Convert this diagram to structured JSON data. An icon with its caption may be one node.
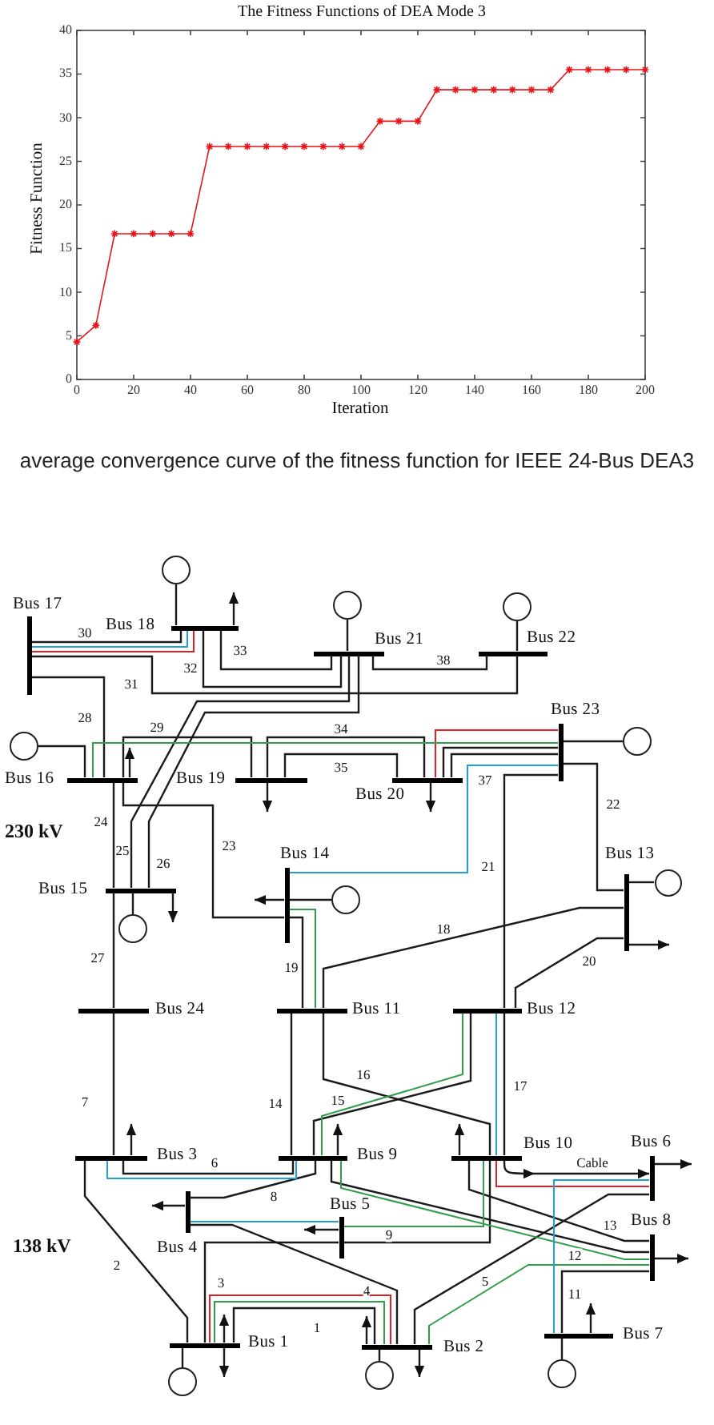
{
  "diagram": {
    "caption": "average convergence curve of the fitness function for IEEE 24-Bus DEA3",
    "nodes": [
      {
        "text": [],
        "shape": "bar",
        "beside": [
          "Bus 17"
        ]
      },
      {
        "text": [],
        "shape": "circle"
      },
      {
        "text": [],
        "shape": "bar",
        "beside": [
          "Bus 18"
        ]
      },
      {
        "text": [],
        "shape": "circle"
      },
      {
        "text": [],
        "shape": "circle"
      },
      {
        "text": [],
        "shape": "bar",
        "beside": [
          "Bus 21"
        ]
      },
      {
        "text": [],
        "shape": "bar",
        "beside": [
          "Bus 22"
        ]
      },
      {
        "text": [],
        "shape": "bar",
        "beside": [
          "Bus 23"
        ]
      },
      {
        "text": [],
        "shape": "circle"
      },
      {
        "text": [],
        "shape": "circle"
      },
      {
        "text": [],
        "shape": "bar",
        "beside": [
          "Bus 16"
        ]
      },
      {
        "text": [],
        "shape": "bar",
        "beside": [
          "Bus 19"
        ]
      },
      {
        "text": [],
        "shape": "bar",
        "beside": [
          "Bus 20"
        ]
      },
      {
        "text": [],
        "shape": "bar",
        "beside": [
          "Bus 14"
        ]
      },
      {
        "text": [],
        "shape": "bar",
        "beside": [
          "Bus 13"
        ]
      },
      {
        "text": [],
        "shape": "circle"
      },
      {
        "text": [],
        "shape": "bar",
        "beside": [
          "Bus 15"
        ]
      },
      {
        "text": [],
        "shape": "circle"
      },
      {
        "text": [],
        "shape": "circle"
      },
      {
        "text": [],
        "shape": "bar",
        "beside": [
          "Bus 24"
        ]
      },
      {
        "text": [],
        "shape": "bar",
        "beside": [
          "Bus 11"
        ]
      },
      {
        "text": [],
        "shape": "bar",
        "beside": [
          "Bus 12"
        ]
      },
      {
        "text": [],
        "shape": "bar",
        "beside": [
          "Bus 3"
        ]
      },
      {
        "text": [],
        "shape": "bar",
        "beside": [
          "Bus 9"
        ]
      },
      {
        "text": [],
        "shape": "bar",
        "beside": [
          "Bus 10"
        ]
      },
      {
        "text": [],
        "shape": "bar",
        "beside": [
          "Bus 6"
        ]
      },
      {
        "text": [],
        "shape": "bar",
        "beside": [
          "Bus 4"
        ]
      },
      {
        "text": [],
        "shape": "bar",
        "beside": [
          "Bus 5"
        ]
      },
      {
        "text": [],
        "shape": "bar",
        "beside": [
          "Bus 8"
        ]
      },
      {
        "text": [],
        "shape": "bar",
        "beside": [
          "Bus 7"
        ]
      },
      {
        "text": [],
        "shape": "bar",
        "beside": [
          "Bus 1"
        ]
      },
      {
        "text": [],
        "shape": "bar",
        "beside": [
          "Bus 2"
        ]
      },
      {
        "text": [],
        "shape": "circle"
      },
      {
        "text": [],
        "shape": "circle"
      },
      {
        "text": [],
        "shape": "circle"
      }
    ],
    "edges": [
      {
        "from": 30,
        "to": 31,
        "arrow": "none",
        "label": "1"
      },
      {
        "from": 30,
        "to": 22,
        "arrow": "none",
        "label": "2"
      },
      {
        "from": 30,
        "to": 27,
        "arrow": "none",
        "label": "3"
      },
      {
        "from": 31,
        "to": 26,
        "arrow": "none",
        "label": "4"
      },
      {
        "from": 31,
        "to": 25,
        "arrow": "none",
        "label": "5"
      },
      {
        "from": 22,
        "to": 23,
        "arrow": "none",
        "label": "6"
      },
      {
        "from": 22,
        "to": 19,
        "arrow": "none",
        "label": "7"
      },
      {
        "from": 26,
        "to": 23,
        "arrow": "none",
        "label": "8"
      },
      {
        "from": 27,
        "to": 24,
        "arrow": "none",
        "label": "9"
      },
      {
        "from": 24,
        "to": 25,
        "arrow": "to",
        "label": "Cable"
      },
      {
        "from": 29,
        "to": 28,
        "arrow": "none",
        "label": "11"
      },
      {
        "from": 28,
        "to": 23,
        "arrow": "none",
        "label": "12"
      },
      {
        "from": 28,
        "to": 24,
        "arrow": "none",
        "label": "13"
      },
      {
        "from": 23,
        "to": 20,
        "arrow": "none",
        "label": "14"
      },
      {
        "from": 23,
        "to": 21,
        "arrow": "none",
        "label": "15"
      },
      {
        "from": 24,
        "to": 20,
        "arrow": "none",
        "label": "16"
      },
      {
        "from": 24,
        "to": 21,
        "arrow": "none",
        "label": "17"
      },
      {
        "from": 20,
        "to": 14,
        "arrow": "none",
        "label": "18"
      },
      {
        "from": 20,
        "to": 13,
        "arrow": "none",
        "label": "19"
      },
      {
        "from": 21,
        "to": 14,
        "arrow": "none",
        "label": "20"
      },
      {
        "from": 21,
        "to": 7,
        "arrow": "none",
        "label": "21"
      },
      {
        "from": 14,
        "to": 7,
        "arrow": "none",
        "label": "22"
      },
      {
        "from": 13,
        "to": 10,
        "arrow": "none",
        "label": "23"
      },
      {
        "from": 16,
        "to": 10,
        "arrow": "none",
        "label": "24"
      },
      {
        "from": 16,
        "to": 5,
        "arrow": "none",
        "label": "25"
      },
      {
        "from": 16,
        "to": 5,
        "arrow": "none",
        "label": "26"
      },
      {
        "from": 16,
        "to": 19,
        "arrow": "none",
        "label": "27"
      },
      {
        "from": 10,
        "to": 0,
        "arrow": "none",
        "label": "28"
      },
      {
        "from": 10,
        "to": 11,
        "arrow": "none",
        "label": "29"
      },
      {
        "from": 0,
        "to": 2,
        "arrow": "none",
        "label": "30"
      },
      {
        "from": 0,
        "to": 6,
        "arrow": "none",
        "label": "31"
      },
      {
        "from": 2,
        "to": 5,
        "arrow": "none",
        "label": "32"
      },
      {
        "from": 2,
        "to": 5,
        "arrow": "none",
        "label": "33"
      },
      {
        "from": 11,
        "to": 12,
        "arrow": "none",
        "label": "34"
      },
      {
        "from": 11,
        "to": 12,
        "arrow": "none",
        "label": "35"
      },
      {
        "from": 12,
        "to": 7,
        "arrow": "none"
      },
      {
        "from": 12,
        "to": 7,
        "arrow": "none",
        "label": "37"
      },
      {
        "from": 5,
        "to": 6,
        "arrow": "none",
        "label": "38"
      },
      {
        "from": 0,
        "to": 2,
        "arrow": "none",
        "color": "#1fa0d8"
      },
      {
        "from": 0,
        "to": 2,
        "arrow": "none",
        "color": "#e31e24"
      },
      {
        "from": 12,
        "to": 7,
        "arrow": "none",
        "color": "#e31e24"
      },
      {
        "from": 10,
        "to": 7,
        "arrow": "none",
        "color": "#2e9e48"
      },
      {
        "from": 7,
        "to": 13,
        "arrow": "none",
        "color": "#1fa0d8"
      },
      {
        "from": 13,
        "to": 20,
        "arrow": "none",
        "color": "#2e9e48"
      },
      {
        "from": 23,
        "to": 21,
        "arrow": "none",
        "color": "#2e9e48"
      },
      {
        "from": 24,
        "to": 21,
        "arrow": "none",
        "color": "#1fa0d8"
      },
      {
        "from": 22,
        "to": 23,
        "arrow": "none",
        "color": "#1fa0d8"
      },
      {
        "from": 26,
        "to": 27,
        "arrow": "none",
        "color": "#1fa0d8"
      },
      {
        "from": 27,
        "to": 24,
        "arrow": "none",
        "color": "#2e9e48"
      },
      {
        "from": 23,
        "to": 28,
        "arrow": "none",
        "color": "#2e9e48"
      },
      {
        "from": 31,
        "to": 28,
        "arrow": "none",
        "color": "#2e9e48"
      },
      {
        "from": 24,
        "to": 25,
        "arrow": "none",
        "color": "#e31e24"
      },
      {
        "from": 29,
        "to": 25,
        "arrow": "none",
        "color": "#1fa0d8"
      },
      {
        "from": 30,
        "to": 31,
        "arrow": "none",
        "color": "#e31e24"
      },
      {
        "from": 30,
        "to": 31,
        "arrow": "none",
        "color": "#2e9e48"
      },
      {
        "from": 1,
        "to": 2,
        "arrow": "none"
      },
      {
        "from": 3,
        "to": 5,
        "arrow": "none"
      },
      {
        "from": 4,
        "to": 6,
        "arrow": "none"
      },
      {
        "from": 8,
        "to": 7,
        "arrow": "none"
      },
      {
        "from": 9,
        "to": 10,
        "arrow": "none"
      },
      {
        "from": 15,
        "to": 14,
        "arrow": "none"
      },
      {
        "from": 17,
        "to": 13,
        "arrow": "none"
      },
      {
        "from": 18,
        "to": 16,
        "arrow": "none"
      },
      {
        "from": 32,
        "to": 29,
        "arrow": "none"
      },
      {
        "from": 33,
        "to": 31,
        "arrow": "none"
      },
      {
        "from": 34,
        "to": 30,
        "arrow": "none"
      },
      {
        "from": 2,
        "to": null,
        "arrow": "to"
      },
      {
        "from": 10,
        "to": null,
        "arrow": "to"
      },
      {
        "from": 11,
        "to": null,
        "arrow": "to"
      },
      {
        "from": 12,
        "to": null,
        "arrow": "to"
      },
      {
        "from": 13,
        "to": null,
        "arrow": "to"
      },
      {
        "from": 14,
        "to": null,
        "arrow": "to"
      },
      {
        "from": 16,
        "to": null,
        "arrow": "to"
      },
      {
        "from": 22,
        "to": null,
        "arrow": "to"
      },
      {
        "from": 23,
        "to": null,
        "arrow": "to"
      },
      {
        "from": 24,
        "to": null,
        "arrow": "to"
      },
      {
        "from": 25,
        "to": null,
        "arrow": "to"
      },
      {
        "from": 28,
        "to": null,
        "arrow": "to"
      },
      {
        "from": 26,
        "to": null,
        "arrow": "to"
      },
      {
        "from": 27,
        "to": null,
        "arrow": "to"
      },
      {
        "from": 29,
        "to": null,
        "arrow": "to"
      },
      {
        "from": 30,
        "to": null,
        "arrow": "to"
      },
      {
        "from": 30,
        "to": null,
        "arrow": "to"
      },
      {
        "from": 31,
        "to": null,
        "arrow": "to"
      },
      {
        "from": 31,
        "to": null,
        "arrow": "to"
      }
    ],
    "labels": [
      "230 kV",
      "138 kV"
    ],
    "chart_data": {
      "type": "line",
      "title": "The Fitness Functions of DEA Mode 3",
      "xlabel": "Iteration",
      "ylabel": "Fitness Function",
      "x": [
        0,
        6.7,
        13.3,
        20,
        26.7,
        33.3,
        40,
        46.7,
        53.3,
        60,
        66.7,
        73.3,
        80,
        86.7,
        93.3,
        100,
        106.7,
        113.3,
        120,
        126.7,
        133.3,
        140,
        146.7,
        153.3,
        160,
        166.7,
        173.3,
        180,
        186.7,
        193.3,
        200
      ],
      "series": [
        {
          "color": "#e8141a",
          "values": [
            4.3,
            6.2,
            16.7,
            16.7,
            16.7,
            16.7,
            16.7,
            26.7,
            26.7,
            26.7,
            26.7,
            26.7,
            26.7,
            26.7,
            26.7,
            26.7,
            29.6,
            29.6,
            29.6,
            33.2,
            33.2,
            33.2,
            33.2,
            33.2,
            33.2,
            33.2,
            35.5,
            35.5,
            35.5,
            35.5,
            35.5
          ]
        }
      ],
      "xlim": [
        0,
        200
      ],
      "ylim": [
        0,
        40
      ],
      "xticks": [
        0,
        20,
        40,
        60,
        80,
        100,
        120,
        140,
        160,
        180,
        200
      ],
      "yticks": [
        0,
        5,
        10,
        15,
        20,
        25,
        30,
        35,
        40
      ]
    }
  }
}
